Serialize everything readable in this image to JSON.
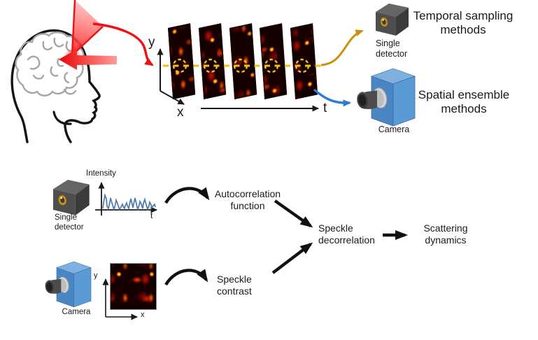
{
  "figure": {
    "top": {
      "axes": {
        "y_label": "y",
        "x_label": "x",
        "t_label": "t"
      },
      "temporal_methods_label": "Temporal sampling methods",
      "single_detector_label": "Single detector",
      "spatial_methods_label": "Spatial ensemble methods",
      "camera_label": "Camera"
    },
    "bottom": {
      "single_detector_label": "Single detector",
      "camera_label": "Camera",
      "intensity_plot": {
        "y_axis_label": "Intensity",
        "x_axis_label": "t"
      },
      "speckle_image_axes": {
        "y_label": "y",
        "x_label": "x"
      },
      "flow": {
        "autocorrelation_label": "Autocorrelation function",
        "speckle_contrast_label": "Speckle contrast",
        "speckle_decorrelation_label": "Speckle decorrelation",
        "scattering_dynamics_label": "Scattering dynamics"
      }
    },
    "icons": {
      "head": "human-head-brain-icon",
      "laser": "laser-beam-icon",
      "single_detector": "single-detector-cube-icon",
      "camera": "camera-icon",
      "speckle_frame": "speckle-pattern-frame"
    },
    "colors": {
      "laser_red": "#ee1111",
      "speckle_dash_yellow": "#f0c01a",
      "gold_arrow": "#c8920f",
      "blue_arrow": "#2b7cd3",
      "camera_blue": "#5b9bd5",
      "trace_blue": "#4b79ad"
    }
  }
}
